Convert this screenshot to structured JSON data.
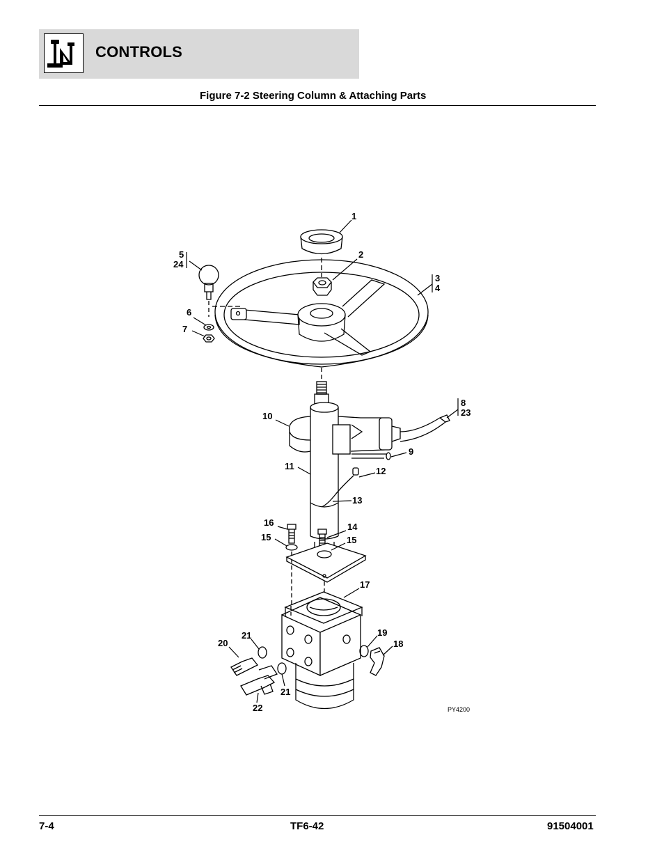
{
  "header": {
    "section_title": "CONTROLS",
    "logo_icon": "control-lever-icon"
  },
  "figure": {
    "title": "Figure 7-2 Steering Column & Attaching Parts",
    "code": "PY4200",
    "callouts": {
      "c1": "1",
      "c2": "2",
      "c3": "3",
      "c4": "4",
      "c5": "5",
      "c24": "24",
      "c6": "6",
      "c7": "7",
      "c8": "8",
      "c23": "23",
      "c9": "9",
      "c10": "10",
      "c11": "11",
      "c12": "12",
      "c13": "13",
      "c14": "14",
      "c15a": "15",
      "c15b": "15",
      "c16": "16",
      "c17": "17",
      "c18": "18",
      "c19": "19",
      "c20": "20",
      "c21a": "21",
      "c21b": "21",
      "c22": "22"
    }
  },
  "footer": {
    "page": "7-4",
    "model": "TF6-42",
    "doc_number": "91504001"
  }
}
